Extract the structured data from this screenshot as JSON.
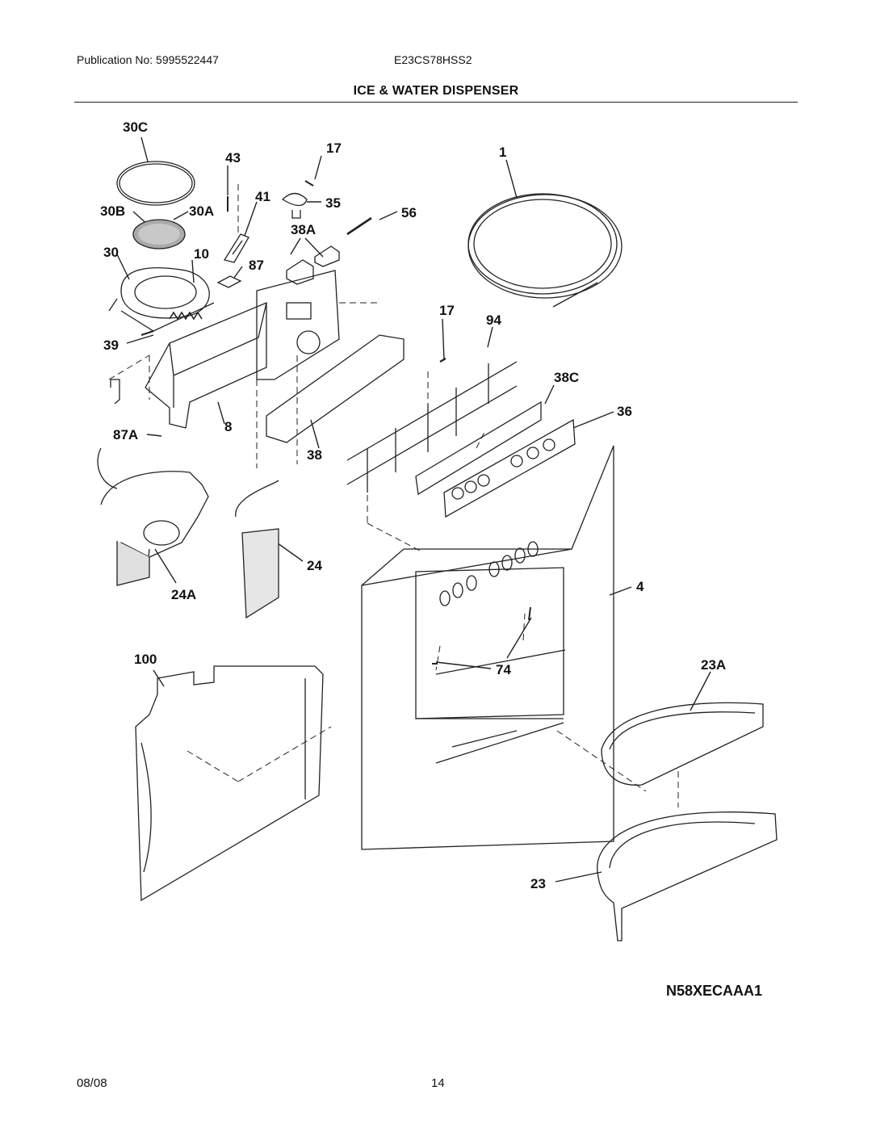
{
  "header": {
    "publication": "Publication No: 5995522447",
    "model": "E23CS78HSS2"
  },
  "title": "ICE & WATER DISPENSER",
  "part_labels": {
    "p30C": "30C",
    "p43": "43",
    "p17a": "17",
    "p1": "1",
    "p41": "41",
    "p35": "35",
    "p30B": "30B",
    "p30A": "30A",
    "p56": "56",
    "p38A": "38A",
    "p30": "30",
    "p10": "10",
    "p87": "87",
    "p17b": "17",
    "p94": "94",
    "p39": "39",
    "p38C": "38C",
    "p36": "36",
    "p87A": "87A",
    "p8": "8",
    "p38": "38",
    "p24": "24",
    "p4": "4",
    "p24A": "24A",
    "p100": "100",
    "p74": "74",
    "p23A": "23A",
    "p23": "23"
  },
  "diagram_code": "N58XECAAA1",
  "footer": {
    "date": "08/08",
    "page": "14"
  }
}
